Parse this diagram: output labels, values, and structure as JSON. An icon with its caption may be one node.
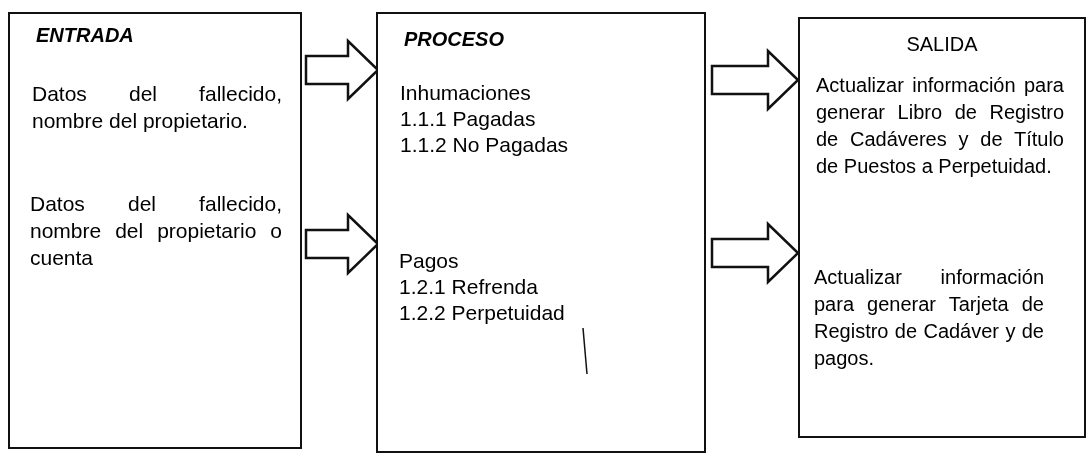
{
  "diagram": {
    "nodes": [
      {
        "text": [
          "ENTRADA"
        ]
      },
      {
        "text": [
          "Datos del fallecido, nombre del propietario."
        ],
        "in": 0
      },
      {
        "text": [
          "Datos del fallecido, nombre del propietario o cuenta"
        ],
        "in": 0
      },
      {
        "text": [
          "PROCESO"
        ]
      },
      {
        "text": [
          "Inhumaciones",
          "1.1.1 Pagadas",
          "1.1.2 No Pagadas"
        ],
        "in": 3
      },
      {
        "text": [
          "Pagos",
          "1.2.1 Refrenda",
          "1.2.2 Perpetuidad"
        ],
        "in": 3
      },
      {
        "text": [
          "SALIDA"
        ]
      },
      {
        "text": [
          "Actualizar información para generar Libro de Registro de Cadáveres y de Título de Puestos a Perpetuidad."
        ],
        "in": 6
      },
      {
        "text": [
          "Actualizar información para generar Tarjeta de Registro de Cadáver y de pagos."
        ],
        "in": 6
      }
    ],
    "edges": [
      {
        "from": 1,
        "to": 4,
        "arrow": "to"
      },
      {
        "from": 2,
        "to": 5,
        "arrow": "to"
      },
      {
        "from": 3,
        "to": 6,
        "arrow": "to"
      },
      {
        "from": 3,
        "to": 6,
        "arrow": "to"
      }
    ]
  }
}
